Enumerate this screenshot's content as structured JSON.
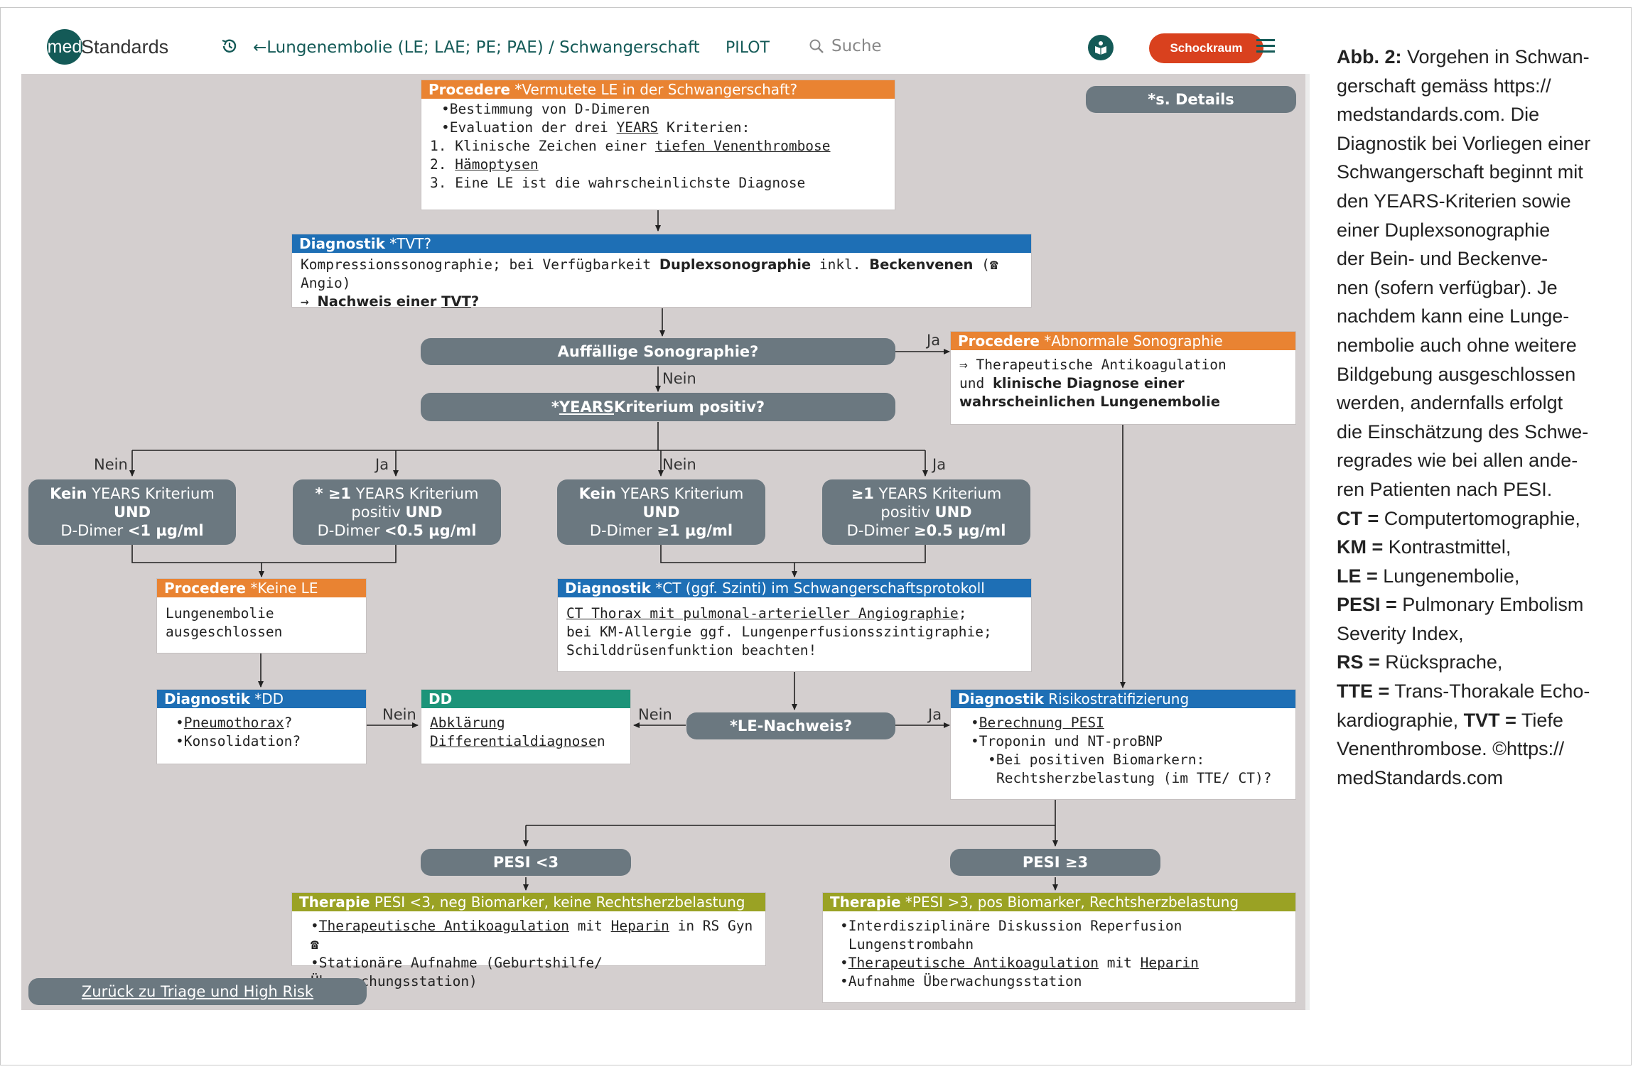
{
  "header": {
    "logo_med": "med",
    "logo_standards": "Standards",
    "breadcrumb": "←Lungenembolie (LE; LAE; PE; PAE) / Schwangerschaft",
    "pilot": "PILOT",
    "search_placeholder": "Suche",
    "schockraum": "Schockraum"
  },
  "flow": {
    "details_btn": "*s. Details",
    "procedere_vermutet": {
      "hd_bold": "Procedere",
      "hd_text": " *Vermutete LE in der Schwangerschaft?",
      "l1": "•Bestimmung von D-Dimeren",
      "l2a": "•Evaluation der drei ",
      "l2u": "YEARS",
      "l2b": " Kriterien:",
      "l3a": "1. Klinische Zeichen einer ",
      "l3u": "tiefen Venenthrombose",
      "l4a": "2. ",
      "l4u": "Hämoptysen",
      "l5": "3. Eine LE ist die wahrscheinlichste Diagnose"
    },
    "diagnostik_tvt": {
      "hd_bold": "Diagnostik",
      "hd_text": " *TVT?",
      "l1a": "Kompressionssonographie; bei Verfügbarkeit ",
      "l1b": "Duplexsonographie",
      "l1c": " inkl. ",
      "l1d": "Beckenvenen",
      "l1e": " (☎ Angio)",
      "l2a": "→ ",
      "l2b": "Nachweis einer ",
      "l2u": "TVT",
      "l2c": "?"
    },
    "auffaellige_sono": "Auffällige Sonographie?",
    "years_positiv_a": "*",
    "years_positiv_u": "YEARS",
    "years_positiv_b": " Kriterium positiv?",
    "procedere_abnormal": {
      "hd_bold": "Procedere",
      "hd_text": " *Abnormale Sonographie",
      "l1": "⇒ Therapeutische Antikoagulation",
      "l2a": "und ",
      "l2b": "klinische Diagnose einer",
      "l3": "wahrscheinlichen Lungenembolie"
    },
    "c1": {
      "l1a": "Kein",
      "l1b": " YEARS Kriterium",
      "l2": "UND",
      "l3a": "D-Dimer ",
      "l3b": "<1 µg/ml"
    },
    "c2": {
      "l1a": "* ≥1",
      "l1b": " YEARS Kriterium",
      "l2a": "positiv ",
      "l2b": "UND",
      "l3a": "D-Dimer ",
      "l3b": "<0.5 µg/ml"
    },
    "c3": {
      "l1a": "Kein",
      "l1b": " YEARS Kriterium",
      "l2": "UND",
      "l3a": "D-Dimer ",
      "l3b": "≥1 µg/ml"
    },
    "c4": {
      "l1a": "≥1",
      "l1b": " YEARS Kriterium",
      "l2a": "positiv ",
      "l2b": "UND",
      "l3a": "D-Dimer ",
      "l3b": "≥0.5 µg/ml"
    },
    "procedere_keine_le": {
      "hd_bold": "Procedere",
      "hd_text": " *Keine LE",
      "l1": "Lungenembolie",
      "l2": "ausgeschlossen"
    },
    "diagnostik_ct": {
      "hd_bold": "Diagnostik",
      "hd_text": " *CT (ggf. Szinti) im Schwangerschaftsprotokoll",
      "l1u": "CT Thorax mit pulmonal-arterieller Angiographie",
      "l1b": ";",
      "l2": "bei KM-Allergie ggf. Lungenperfusionsszintigraphie;",
      "l3": "Schilddrüsenfunktion beachten!"
    },
    "diagnostik_dd": {
      "hd_bold": "Diagnostik",
      "hd_text": " *DD",
      "l1a": "•",
      "l1u": "Pneumothorax",
      "l1b": "?",
      "l2": "•Konsolidation?"
    },
    "dd": {
      "hd_bold": "DD",
      "l1u": "Abklärung ",
      "l2u": "Differentialdiagnose",
      "l2b": "n"
    },
    "le_nachweis": "*LE-Nachweis?",
    "diagnostik_risiko": {
      "hd_bold": "Diagnostik",
      "hd_text": " Risikostratifizierung",
      "l1a": "•",
      "l1u": "Berechnung PESI",
      "l2": "•Troponin und NT-proBNP",
      "l3": "•Bei positiven Biomarkern:",
      "l4": "Rechtsherzbelastung (im TTE/ CT)?"
    },
    "pesi_lt3": "PESI <3",
    "pesi_ge3": "PESI ≥3",
    "therapie_lt3": {
      "hd_bold": "Therapie",
      "hd_text": " PESI <3, neg Biomarker, keine Rechtsherzbelastung",
      "l1a": "•",
      "l1u": "Therapeutische Antikoagulation",
      "l1b": " mit ",
      "l1u2": "Heparin",
      "l1c": " in RS Gyn ☎",
      "l2": "•Stationäre Aufnahme (Geburtshilfe/Überwachungsstation)"
    },
    "therapie_ge3": {
      "hd_bold": "Therapie",
      "hd_text": " *PESI >3, pos Biomarker, Rechtsherzbelastung",
      "l1": "•Interdisziplinäre Diskussion Reperfusion",
      "l2": "Lungenstrombahn",
      "l3a": "•",
      "l3u": "Therapeutische Antikoagulation",
      "l3b": " mit ",
      "l3u2": "Heparin",
      "l4": "•Aufnahme Überwachungsstation"
    },
    "zurueck": "Zurück zu Triage und High Risk",
    "labels": {
      "ja": "Ja",
      "nein": "Nein"
    }
  },
  "caption": {
    "lead_bold": "Abb. 2:",
    "lines": [
      " Vorgehen in Schwan-",
      "gerschaft gemäss https://",
      "medstandards.com. Die",
      "Diagnostik bei Vorliegen einer",
      "Schwangerschaft beginnt mit",
      "den YEARS-Kriterien sowie",
      "einer Duplexsonographie",
      "der Bein- und Beckenve-",
      "nen (sofern verfügbar). Je",
      "nachdem kann eine Lunge-",
      "nembolie auch ohne weitere",
      "Bildgebung ausgeschlossen",
      "werden, andernfalls erfolgt",
      "die Einschätzung des Schwe-",
      "regrades wie bei allen ande-",
      "ren Patienten nach PESI."
    ],
    "abbr": [
      {
        "k": "CT =",
        "v": " Computertomographie,"
      },
      {
        "k": "KM =",
        "v": " Kontrastmittel,"
      },
      {
        "k": "LE =",
        "v": " Lungenembolie,"
      },
      {
        "k": "PESI =",
        "v": " Pulmonary Embolism"
      }
    ],
    "pesi_cont": "Severity Index,",
    "abbr2": [
      {
        "k": "RS =",
        "v": " Rücksprache,"
      },
      {
        "k": "TTE =",
        "v": " Trans-Thorakale Echo-"
      }
    ],
    "tte_cont": "kardiographie, ",
    "tvt_k": "TVT =",
    "tvt_v": " Tiefe",
    "tvt_cont": "Venenthrombose. ©https://",
    "last": "medStandards.com"
  }
}
